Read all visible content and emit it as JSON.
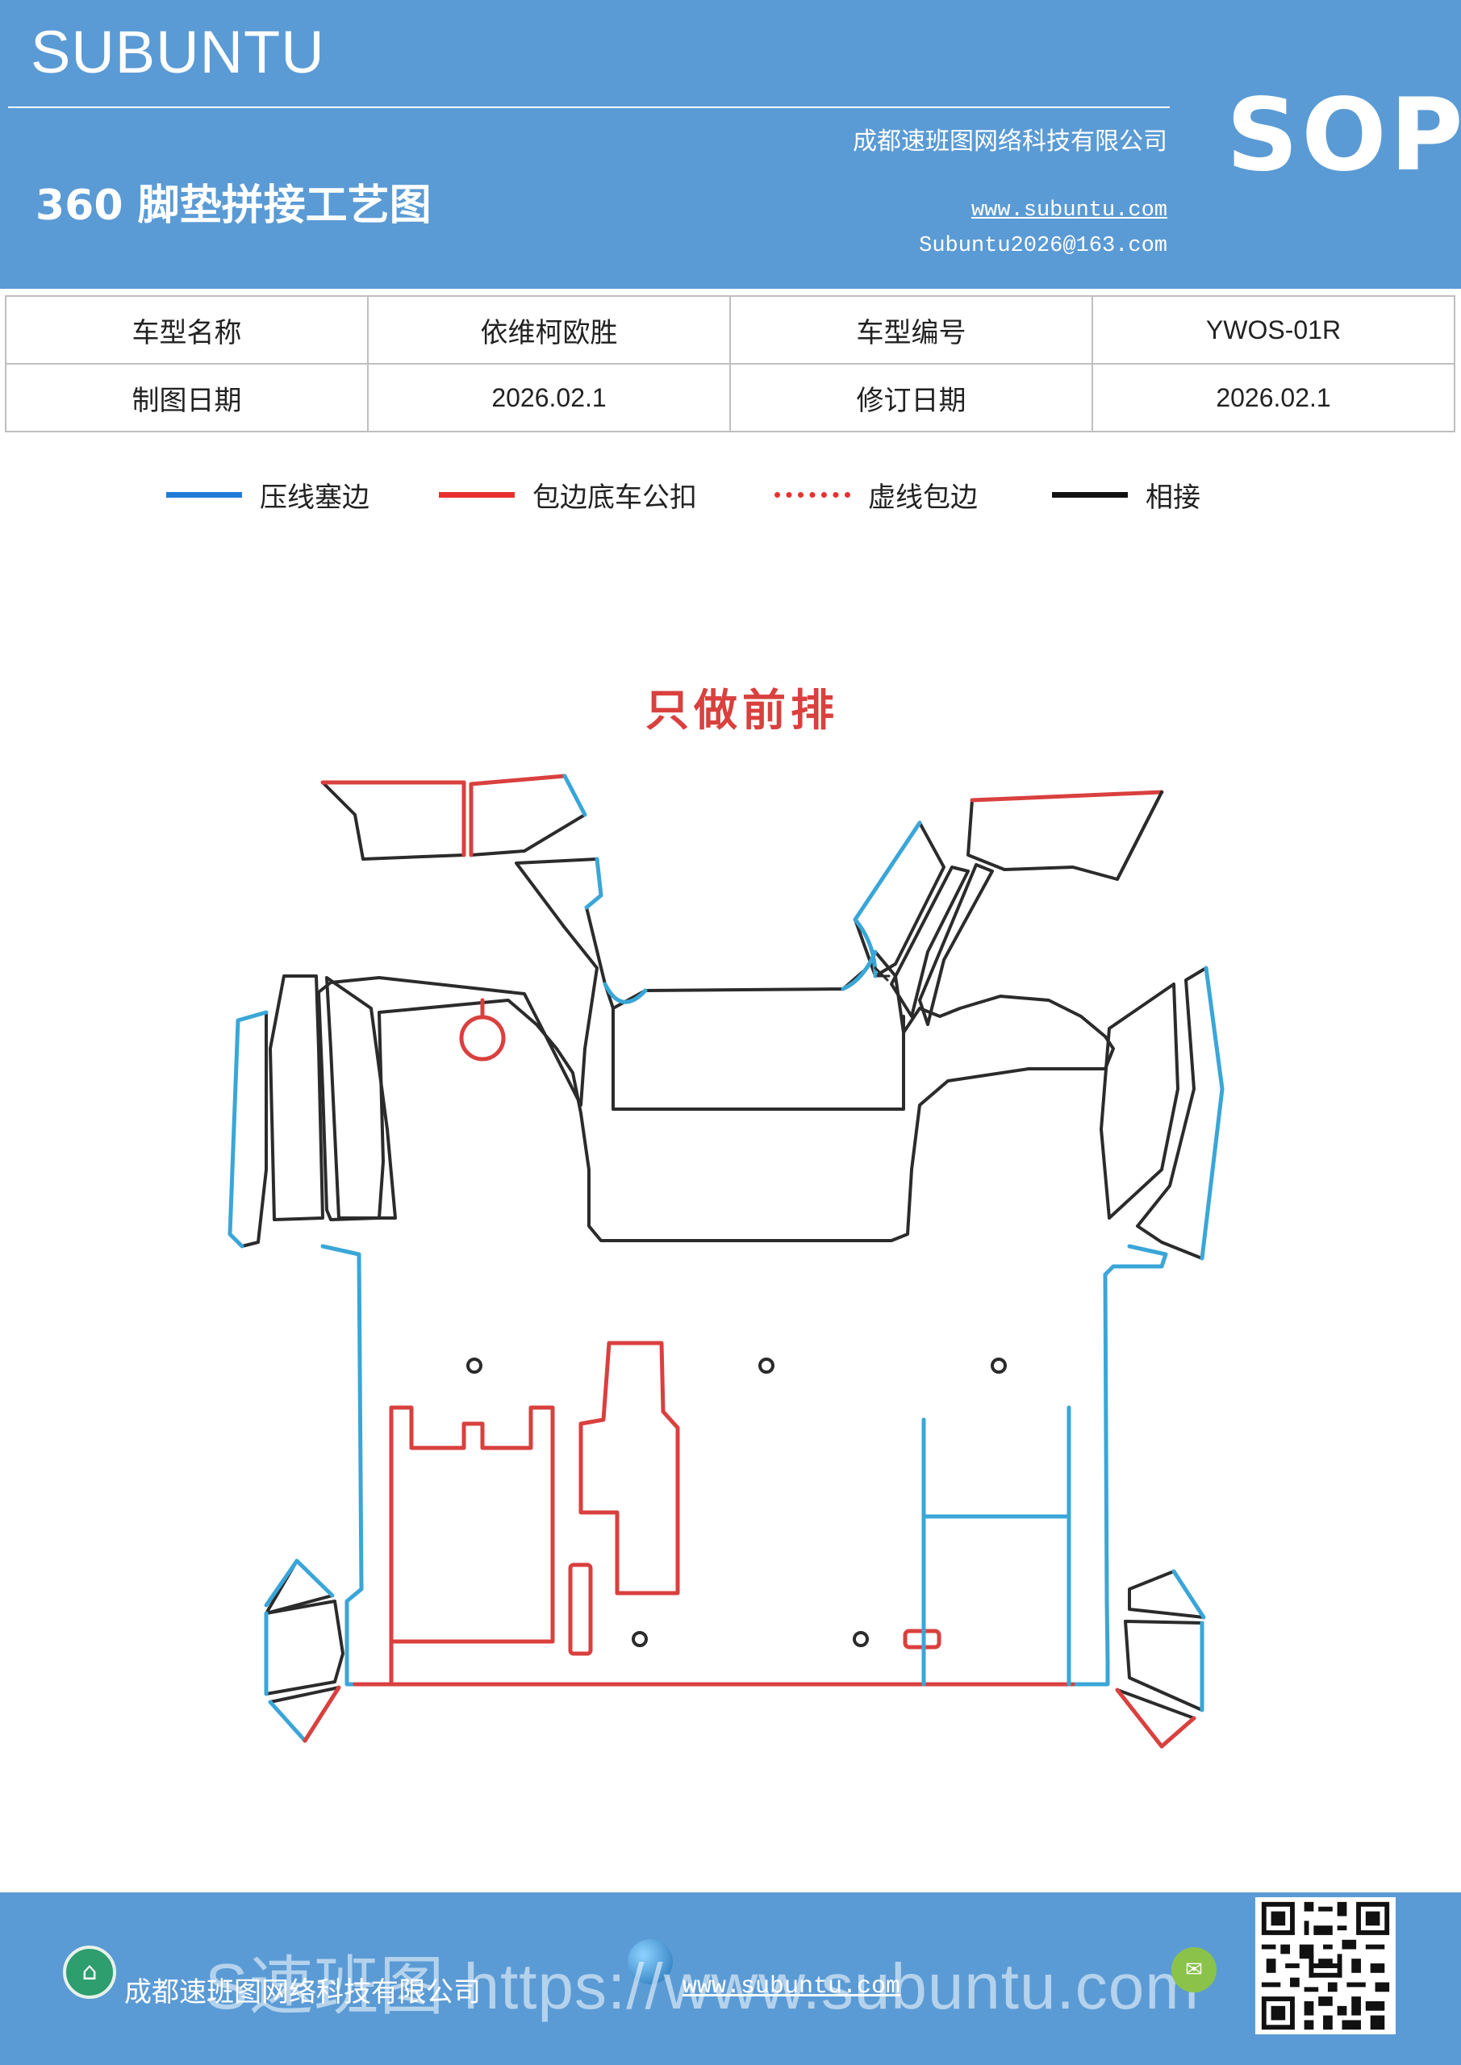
{
  "header": {
    "brand": "SUBUNTU",
    "title": "360 脚垫拼接工艺图",
    "company": "成都速班图网络科技有限公司",
    "website": "www.subuntu.com",
    "email": "Subuntu2026@163.com",
    "badge": "SOP"
  },
  "info_table": {
    "model_name_label": "车型名称",
    "model_name": "依维柯欧胜",
    "model_code_label": "车型编号",
    "model_code": "YWOS-01R",
    "draw_date_label": "制图日期",
    "draw_date": "2026.02.1",
    "revision_date_label": "修订日期",
    "revision_date": "2026.02.1"
  },
  "legend": [
    {
      "label": "压线塞边",
      "color": "#1f7bd8",
      "style": "solid"
    },
    {
      "label": "包边底车公扣",
      "color": "#e8312f",
      "style": "solid"
    },
    {
      "label": "虚线包边",
      "color": "#e8312f",
      "style": "dotted"
    },
    {
      "label": "相接",
      "color": "#111111",
      "style": "solid"
    }
  ],
  "diagram": {
    "note": "只做前排",
    "colors": {
      "blue": "#3aa6d8",
      "red": "#d9403e",
      "black": "#2b2b2b"
    }
  },
  "footer": {
    "company": "成都速班图网络科技有限公司",
    "website": "www.subuntu.com",
    "watermark": "S速班图 https://www.subuntu.com"
  }
}
